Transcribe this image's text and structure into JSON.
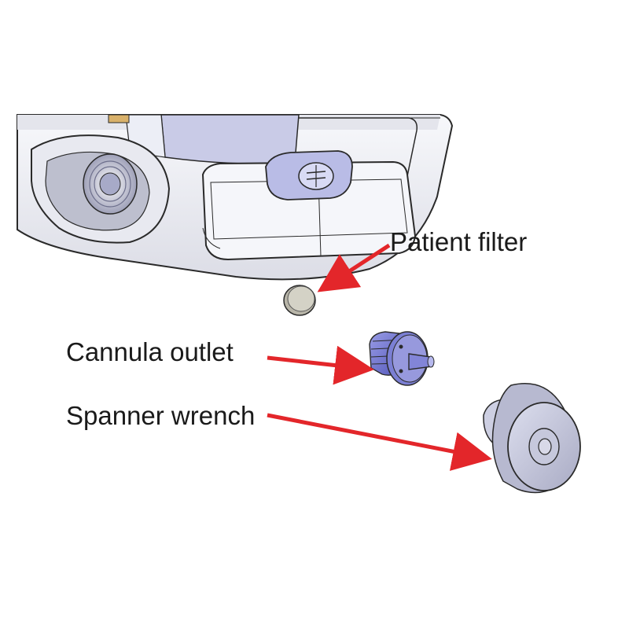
{
  "labels": {
    "patient_filter": "Patient filter",
    "cannula_outlet": "Cannula outlet",
    "spanner_wrench": "Spanner wrench"
  },
  "colors": {
    "arrow": "#e3262a",
    "device_body": "#f2f3f7",
    "device_outline": "#2a2a2a",
    "accent_blue": "#a9acd9",
    "outlet_blue": "#6b6fcf",
    "wrench_grey": "#c7c9dd",
    "filter_grey": "#d4d2c6"
  }
}
